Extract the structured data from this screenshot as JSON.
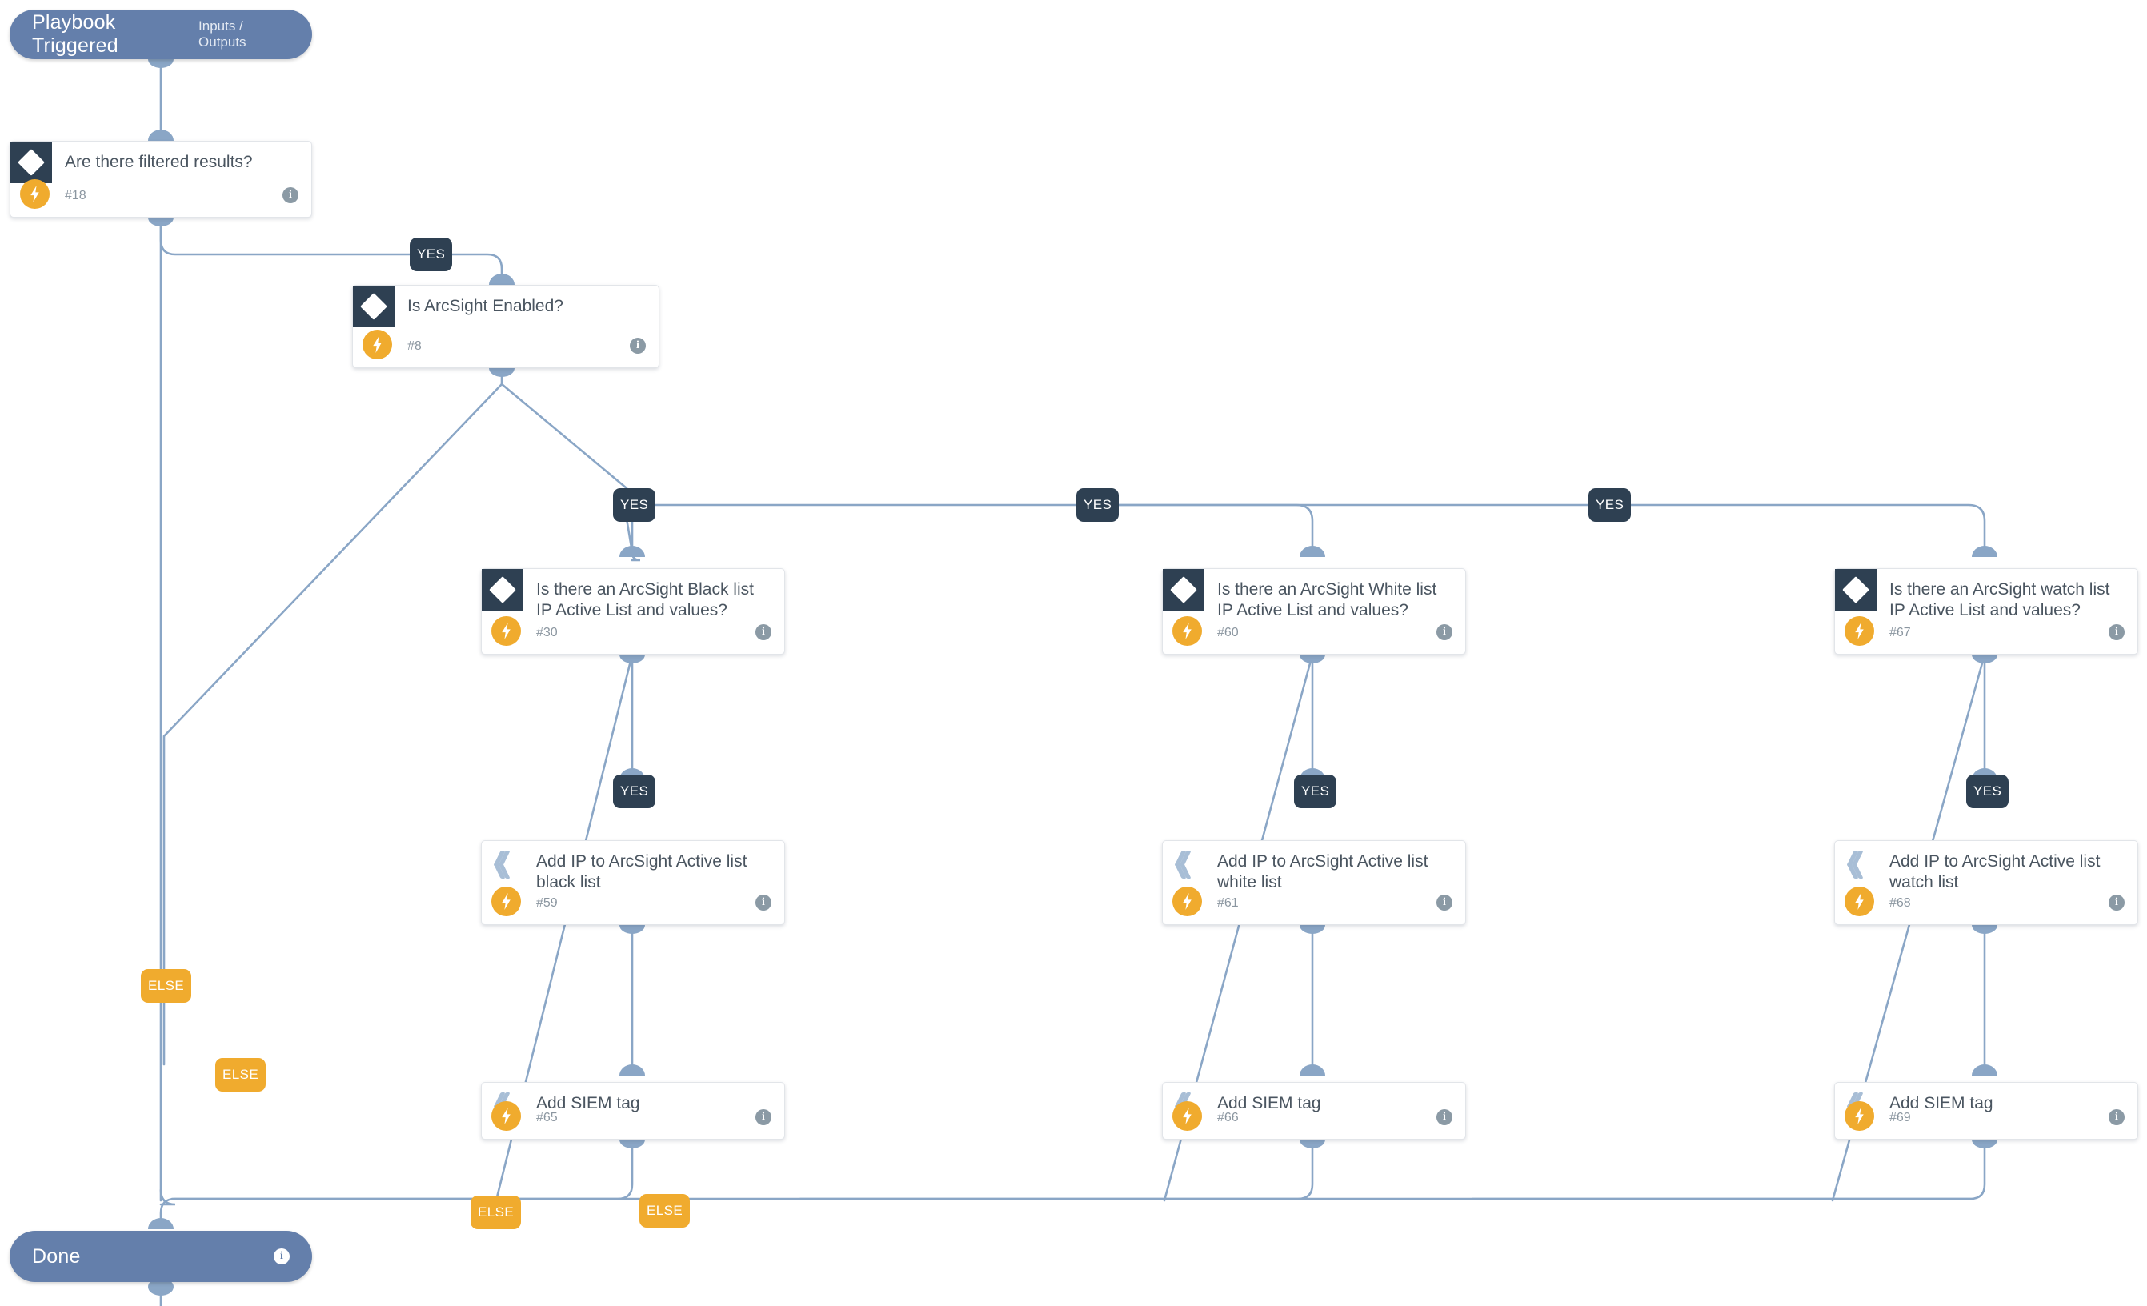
{
  "diagram": {
    "title": "ArcSight Active List playbook flow",
    "colors": {
      "terminal": "#647fab",
      "condition_badge": "#2e4052",
      "accent_yellow": "#f0ab2e",
      "edge": "#8aa6c6",
      "card_text": "#4a5560",
      "canvas": "#ffffff"
    },
    "start": {
      "label": "Playbook Triggered",
      "right_label": "Inputs / Outputs"
    },
    "end": {
      "label": "Done",
      "info_icon": "info-icon"
    },
    "nodes": [
      {
        "id": "n18",
        "type": "condition",
        "icon": "diamond-icon",
        "title": "Are there filtered results?",
        "number": "#18"
      },
      {
        "id": "n8",
        "type": "condition",
        "icon": "diamond-icon",
        "title": "Is ArcSight Enabled?",
        "number": "#8"
      },
      {
        "id": "n30",
        "type": "condition",
        "icon": "diamond-icon",
        "title": "Is there an ArcSight Black list\nIP Active List and values?",
        "number": "#30"
      },
      {
        "id": "n60",
        "type": "condition",
        "icon": "diamond-icon",
        "title": "Is there an ArcSight White list\nIP Active List and values?",
        "number": "#60"
      },
      {
        "id": "n67",
        "type": "condition",
        "icon": "diamond-icon",
        "title": "Is there an ArcSight watch list\nIP Active List and values?",
        "number": "#67"
      },
      {
        "id": "n59",
        "type": "action",
        "icon": "chevron-right-icon",
        "title": "Add IP to ArcSight Active list\nblack list",
        "number": "#59"
      },
      {
        "id": "n61",
        "type": "action",
        "icon": "chevron-right-icon",
        "title": "Add IP to ArcSight Active list\nwhite list",
        "number": "#61"
      },
      {
        "id": "n68",
        "type": "action",
        "icon": "chevron-right-icon",
        "title": "Add IP to ArcSight Active list\nwatch list",
        "number": "#68"
      },
      {
        "id": "n65",
        "type": "action",
        "icon": "chevron-right-icon",
        "title": "Add SIEM tag",
        "number": "#65"
      },
      {
        "id": "n66",
        "type": "action",
        "icon": "chevron-right-icon",
        "title": "Add SIEM tag",
        "number": "#66"
      },
      {
        "id": "n69",
        "type": "action",
        "icon": "chevron-right-icon",
        "title": "Add SIEM tag",
        "number": "#69"
      }
    ],
    "branch_labels": [
      {
        "id": "yes-18",
        "text": "YES"
      },
      {
        "id": "yes-8",
        "text": "YES"
      },
      {
        "id": "yes-8b",
        "text": "YES"
      },
      {
        "id": "yes-8c",
        "text": "YES"
      },
      {
        "id": "yes-30",
        "text": "YES"
      },
      {
        "id": "yes-60",
        "text": "YES"
      },
      {
        "id": "yes-67",
        "text": "YES"
      },
      {
        "id": "else-18",
        "text": "ELSE"
      },
      {
        "id": "else-8",
        "text": "ELSE"
      },
      {
        "id": "else-30",
        "text": "ELSE"
      },
      {
        "id": "else-60",
        "text": "ELSE"
      }
    ]
  }
}
